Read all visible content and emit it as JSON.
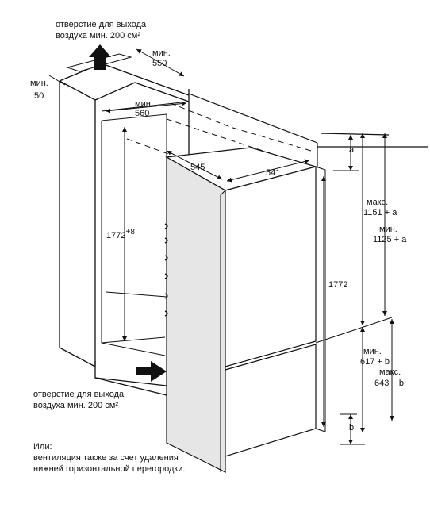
{
  "vent_top": {
    "line1": "отверстие для выхода",
    "line2": "воздуха мин. 200 см²"
  },
  "vent_bottom": {
    "line1": "отверстие для выхода",
    "line2": "воздуха мин. 200 см²"
  },
  "note": {
    "line1": "Или:",
    "line2": "вентиляция также за счет удаления",
    "line3": "нижней горизонтальной перегородки."
  },
  "dims": {
    "min_550_a": "мин.",
    "min_550_b": "550",
    "min_50_a": "мин.",
    "min_50_b": "50",
    "min_560_a": "мин.",
    "min_560_b": "560",
    "d_545": "545",
    "d_541": "541",
    "d_1772_niche": "1772",
    "d_1772_niche_sup": "+8",
    "d_1772": "1772",
    "a": "a",
    "b": "b",
    "max_1151_a": "макс.",
    "max_1151_b": "1151 + a",
    "min_1125_a": "мин.",
    "min_1125_b": "1125 + a",
    "min_617_a": "мин.",
    "min_617_b": "617 + b",
    "max_643_a": "макс.",
    "max_643_b": "643 + b"
  }
}
